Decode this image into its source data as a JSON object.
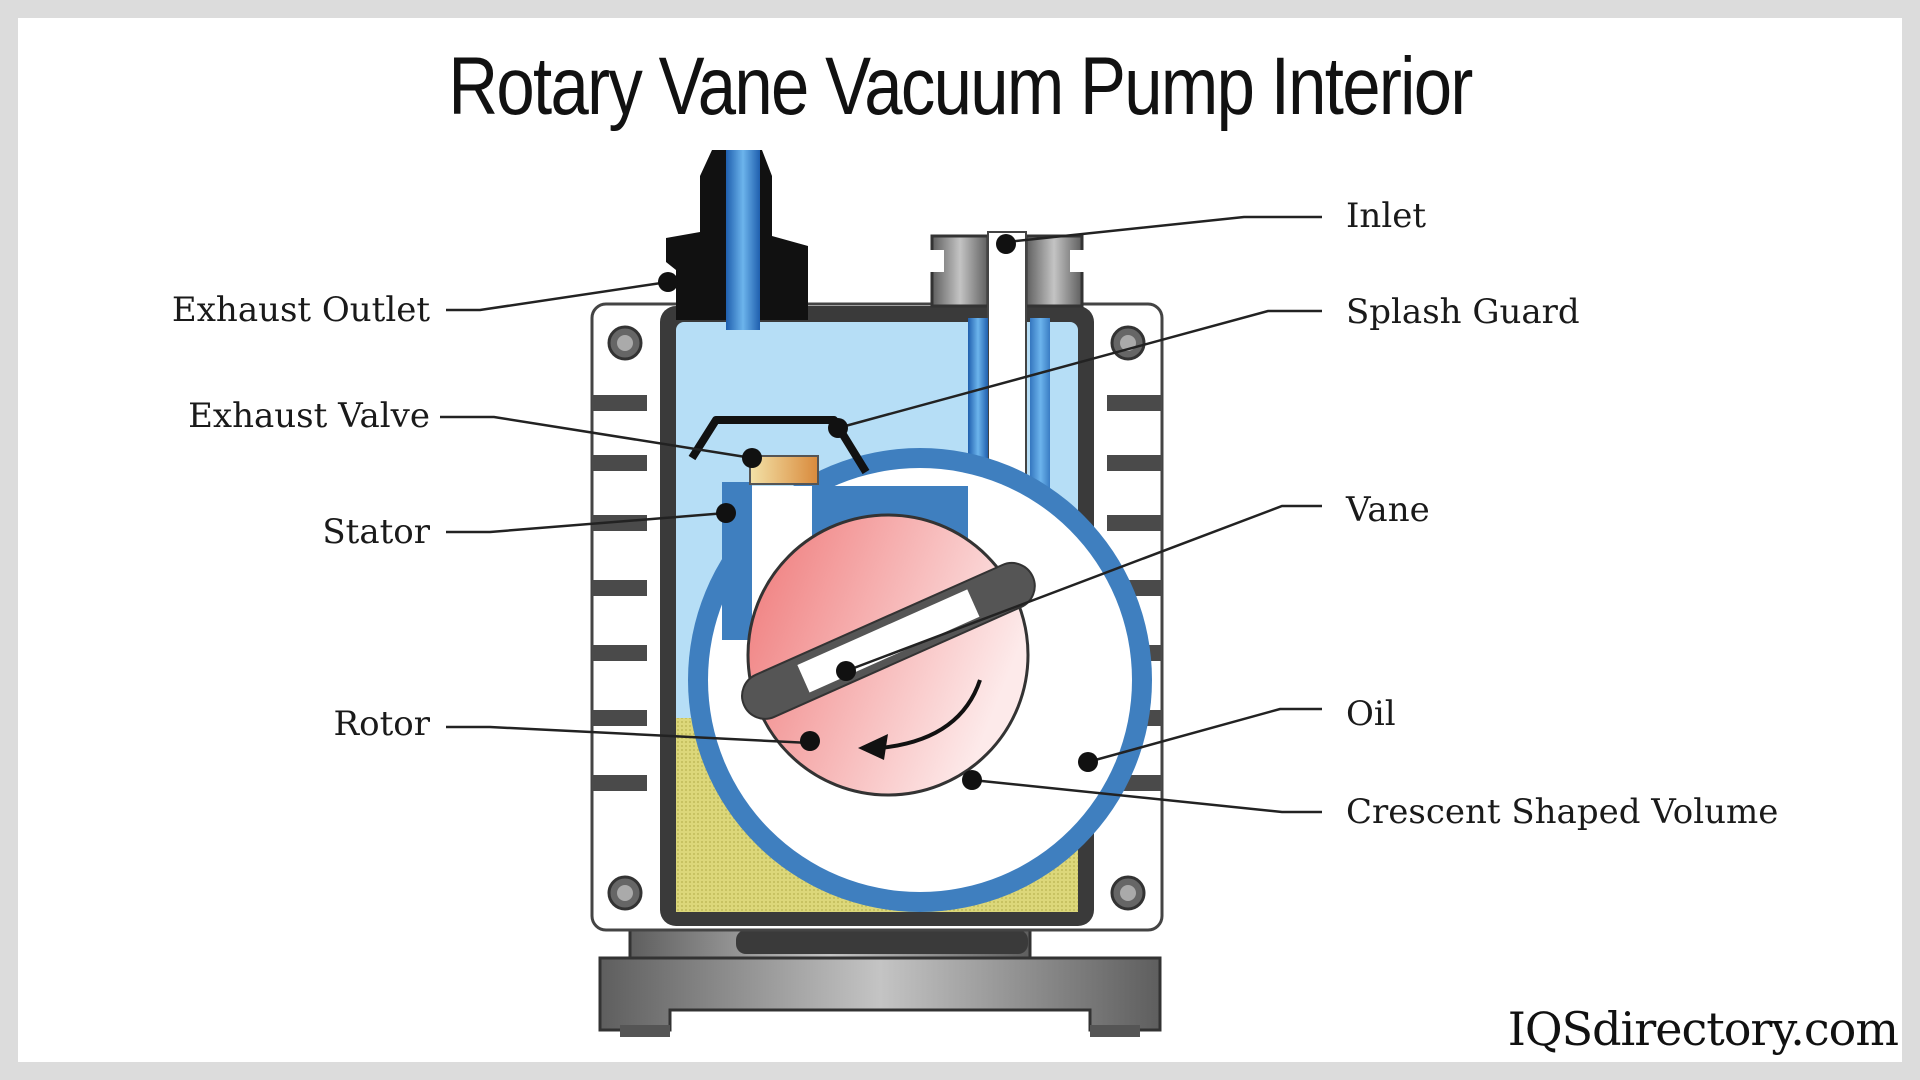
{
  "title": "Rotary Vane Vacuum Pump Interior",
  "labels": {
    "exhaust_outlet": "Exhaust Outlet",
    "exhaust_valve": "Exhaust Valve",
    "stator": "Stator",
    "rotor": "Rotor",
    "inlet": "Inlet",
    "splash_guard": "Splash Guard",
    "vane": "Vane",
    "oil": "Oil",
    "crescent_volume": "Crescent Shaped Volume"
  },
  "brand": "IQSdirectory.com",
  "colors": {
    "housing": "#3a3a3a",
    "oil_chamber": "#b8dff5",
    "oil": "#d8d36a",
    "stator": "#3f7fbf",
    "rotor": "#f08a8a",
    "exhaust_valve": "#e0a050",
    "casing_metal": "#8c8c8c"
  }
}
